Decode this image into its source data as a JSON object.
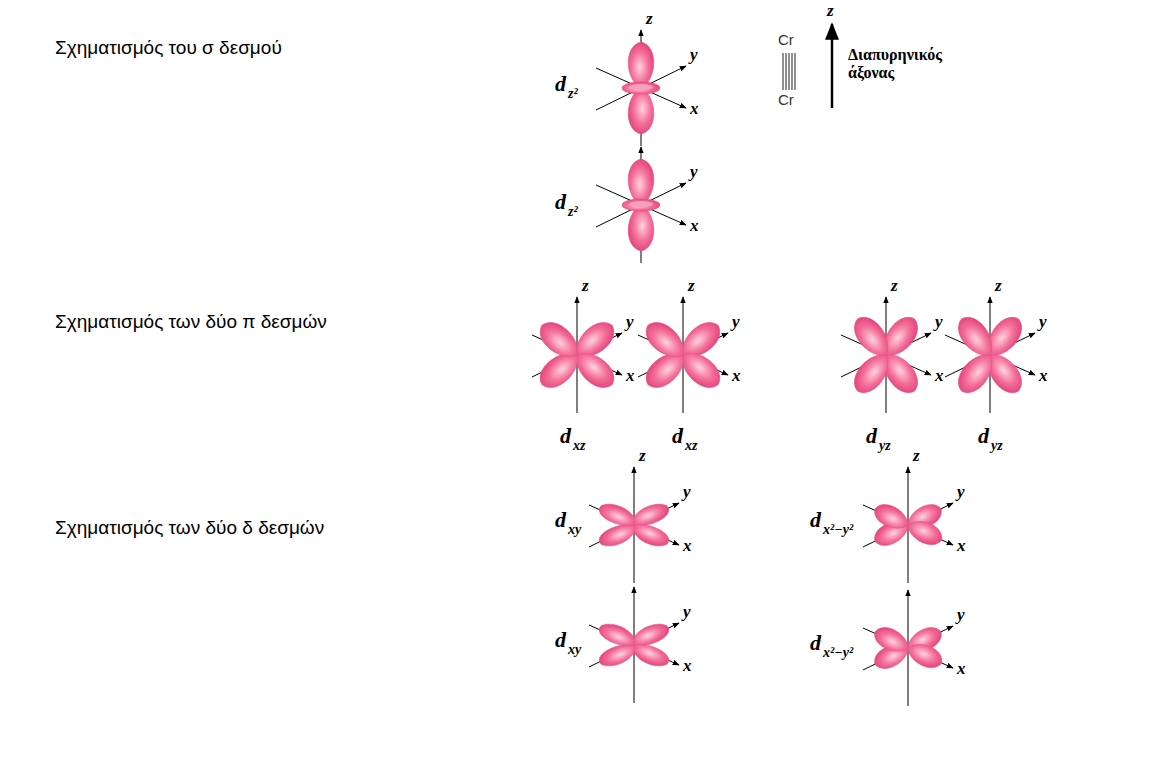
{
  "diagram": {
    "labels": [
      "Σχηματισμός του σ δεσμού",
      "Σχηματισμός των δύο π δεσμών",
      "Σχηματισμός των δύο δ δεσμών",
      "d",
      "z²",
      "z",
      "y",
      "x",
      "d",
      "z²",
      "y",
      "x",
      "Cr",
      "Cr",
      "z",
      "Διαπυρηνικός άξονας",
      "z",
      "y",
      "x",
      "d",
      "xz",
      "z",
      "y",
      "x",
      "d",
      "xz",
      "z",
      "y",
      "x",
      "d",
      "yz",
      "z",
      "y",
      "x",
      "d",
      "yz",
      "d",
      "xy",
      "z",
      "y",
      "x",
      "d",
      "xy",
      "y",
      "x",
      "d",
      "x²−y²",
      "z",
      "y",
      "x",
      "d",
      "x²−y²",
      "y",
      "x"
    ]
  }
}
